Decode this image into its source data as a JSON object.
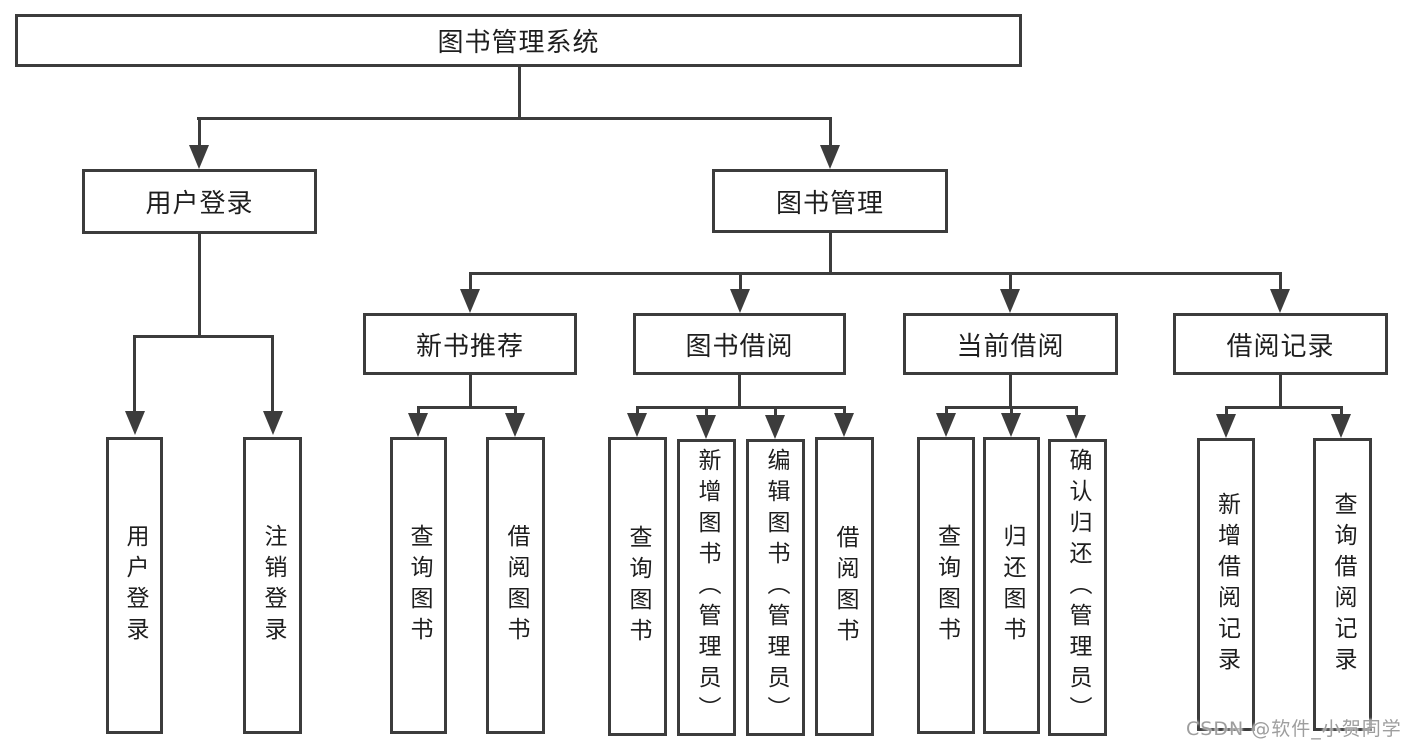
{
  "diagram": {
    "type": "tree",
    "title": "图书管理系统",
    "colors": {
      "line": "#3c3c3c",
      "text": "#1e1e1e",
      "background": "#ffffff",
      "watermark": "#9e9e9e"
    },
    "root": {
      "label": "图书管理系统",
      "children": [
        {
          "label": "用户登录",
          "children": [
            {
              "label": "用户登录"
            },
            {
              "label": "注销登录"
            }
          ]
        },
        {
          "label": "图书管理",
          "children": [
            {
              "label": "新书推荐",
              "children": [
                {
                  "label": "查询图书"
                },
                {
                  "label": "借阅图书"
                }
              ]
            },
            {
              "label": "图书借阅",
              "children": [
                {
                  "label": "查询图书"
                },
                {
                  "label": "新增图书（管理员）"
                },
                {
                  "label": "编辑图书（管理员）"
                },
                {
                  "label": "借阅图书"
                }
              ]
            },
            {
              "label": "当前借阅",
              "children": [
                {
                  "label": "查询图书"
                },
                {
                  "label": "归还图书"
                },
                {
                  "label": "确认归还（管理员）"
                }
              ]
            },
            {
              "label": "借阅记录",
              "children": [
                {
                  "label": "新增借阅记录"
                },
                {
                  "label": "查询借阅记录"
                }
              ]
            }
          ]
        }
      ]
    },
    "watermark": "CSDN @软件_小贺同学"
  }
}
